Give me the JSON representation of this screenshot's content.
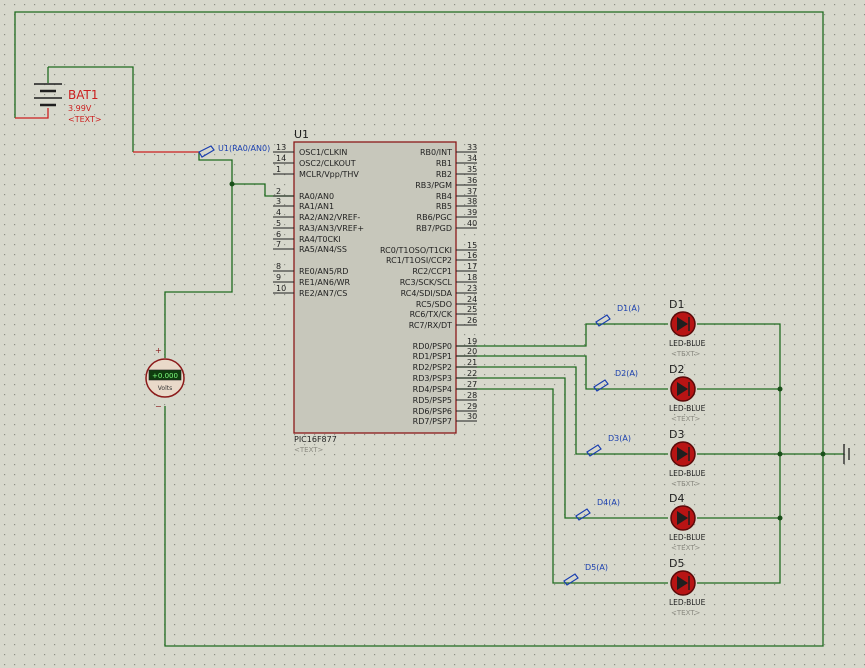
{
  "battery": {
    "ref": "BAT1",
    "value": "3.99V",
    "text": "<TEXT>"
  },
  "mcu": {
    "ref": "U1",
    "part": "PIC16F877",
    "text": "<TEXT>",
    "left_pins": [
      {
        "num": "13",
        "name": "OSC1/CLKIN"
      },
      {
        "num": "14",
        "name": "OSC2/CLKOUT"
      },
      {
        "num": "1",
        "name": "MCLR/Vpp/THV"
      },
      {
        "num": "2",
        "name": "RA0/AN0"
      },
      {
        "num": "3",
        "name": "RA1/AN1"
      },
      {
        "num": "4",
        "name": "RA2/AN2/VREF-"
      },
      {
        "num": "5",
        "name": "RA3/AN3/VREF+"
      },
      {
        "num": "6",
        "name": "RA4/T0CKI"
      },
      {
        "num": "7",
        "name": "RA5/AN4/SS"
      },
      {
        "num": "8",
        "name": "RE0/AN5/RD"
      },
      {
        "num": "9",
        "name": "RE1/AN6/WR"
      },
      {
        "num": "10",
        "name": "RE2/AN7/CS"
      }
    ],
    "right_pins": [
      {
        "num": "33",
        "name": "RB0/INT"
      },
      {
        "num": "34",
        "name": "RB1"
      },
      {
        "num": "35",
        "name": "RB2"
      },
      {
        "num": "36",
        "name": "RB3/PGM"
      },
      {
        "num": "37",
        "name": "RB4"
      },
      {
        "num": "38",
        "name": "RB5"
      },
      {
        "num": "39",
        "name": "RB6/PGC"
      },
      {
        "num": "40",
        "name": "RB7/PGD"
      },
      {
        "num": "15",
        "name": "RC0/T1OSO/T1CKI"
      },
      {
        "num": "16",
        "name": "RC1/T1OSI/CCP2"
      },
      {
        "num": "17",
        "name": "RC2/CCP1"
      },
      {
        "num": "18",
        "name": "RC3/SCK/SCL"
      },
      {
        "num": "23",
        "name": "RC4/SDI/SDA"
      },
      {
        "num": "24",
        "name": "RC5/SDO"
      },
      {
        "num": "25",
        "name": "RC6/TX/CK"
      },
      {
        "num": "26",
        "name": "RC7/RX/DT"
      },
      {
        "num": "19",
        "name": "RD0/PSP0"
      },
      {
        "num": "20",
        "name": "RD1/PSP1"
      },
      {
        "num": "21",
        "name": "RD2/PSP2"
      },
      {
        "num": "22",
        "name": "RD3/PSP3"
      },
      {
        "num": "27",
        "name": "RD4/PSP4"
      },
      {
        "num": "28",
        "name": "RD5/PSP5"
      },
      {
        "num": "29",
        "name": "RD6/PSP6"
      },
      {
        "num": "30",
        "name": "RD7/PSP7"
      }
    ]
  },
  "probe_u1": "U1(RA0/AN0)",
  "voltmeter": {
    "display": "+0.000",
    "unit": "Volts",
    "plus": "+",
    "minus": "−"
  },
  "leds": [
    {
      "ref": "D1",
      "type": "LED-BLUE",
      "text": "<TEXT>",
      "probe": "D1(A)"
    },
    {
      "ref": "D2",
      "type": "LED-BLUE",
      "text": "<TEXT>",
      "probe": "D2(A)"
    },
    {
      "ref": "D3",
      "type": "LED-BLUE",
      "text": "<TEXT>",
      "probe": "D3(A)"
    },
    {
      "ref": "D4",
      "type": "LED-BLUE",
      "text": "<TEXT>",
      "probe": "D4(A)"
    },
    {
      "ref": "D5",
      "type": "LED-BLUE",
      "text": "<TEXT>",
      "probe": "D5(A)"
    }
  ],
  "colors": {
    "background": "#d7d8cc",
    "wire": "#1f6b1f",
    "power_wire": "#cc1f1f",
    "component_outline": "#8b1a1a",
    "chip_fill": "#c7c7bb",
    "probe_blue": "#1a3fb0",
    "label_gray": "#8a8a80"
  }
}
